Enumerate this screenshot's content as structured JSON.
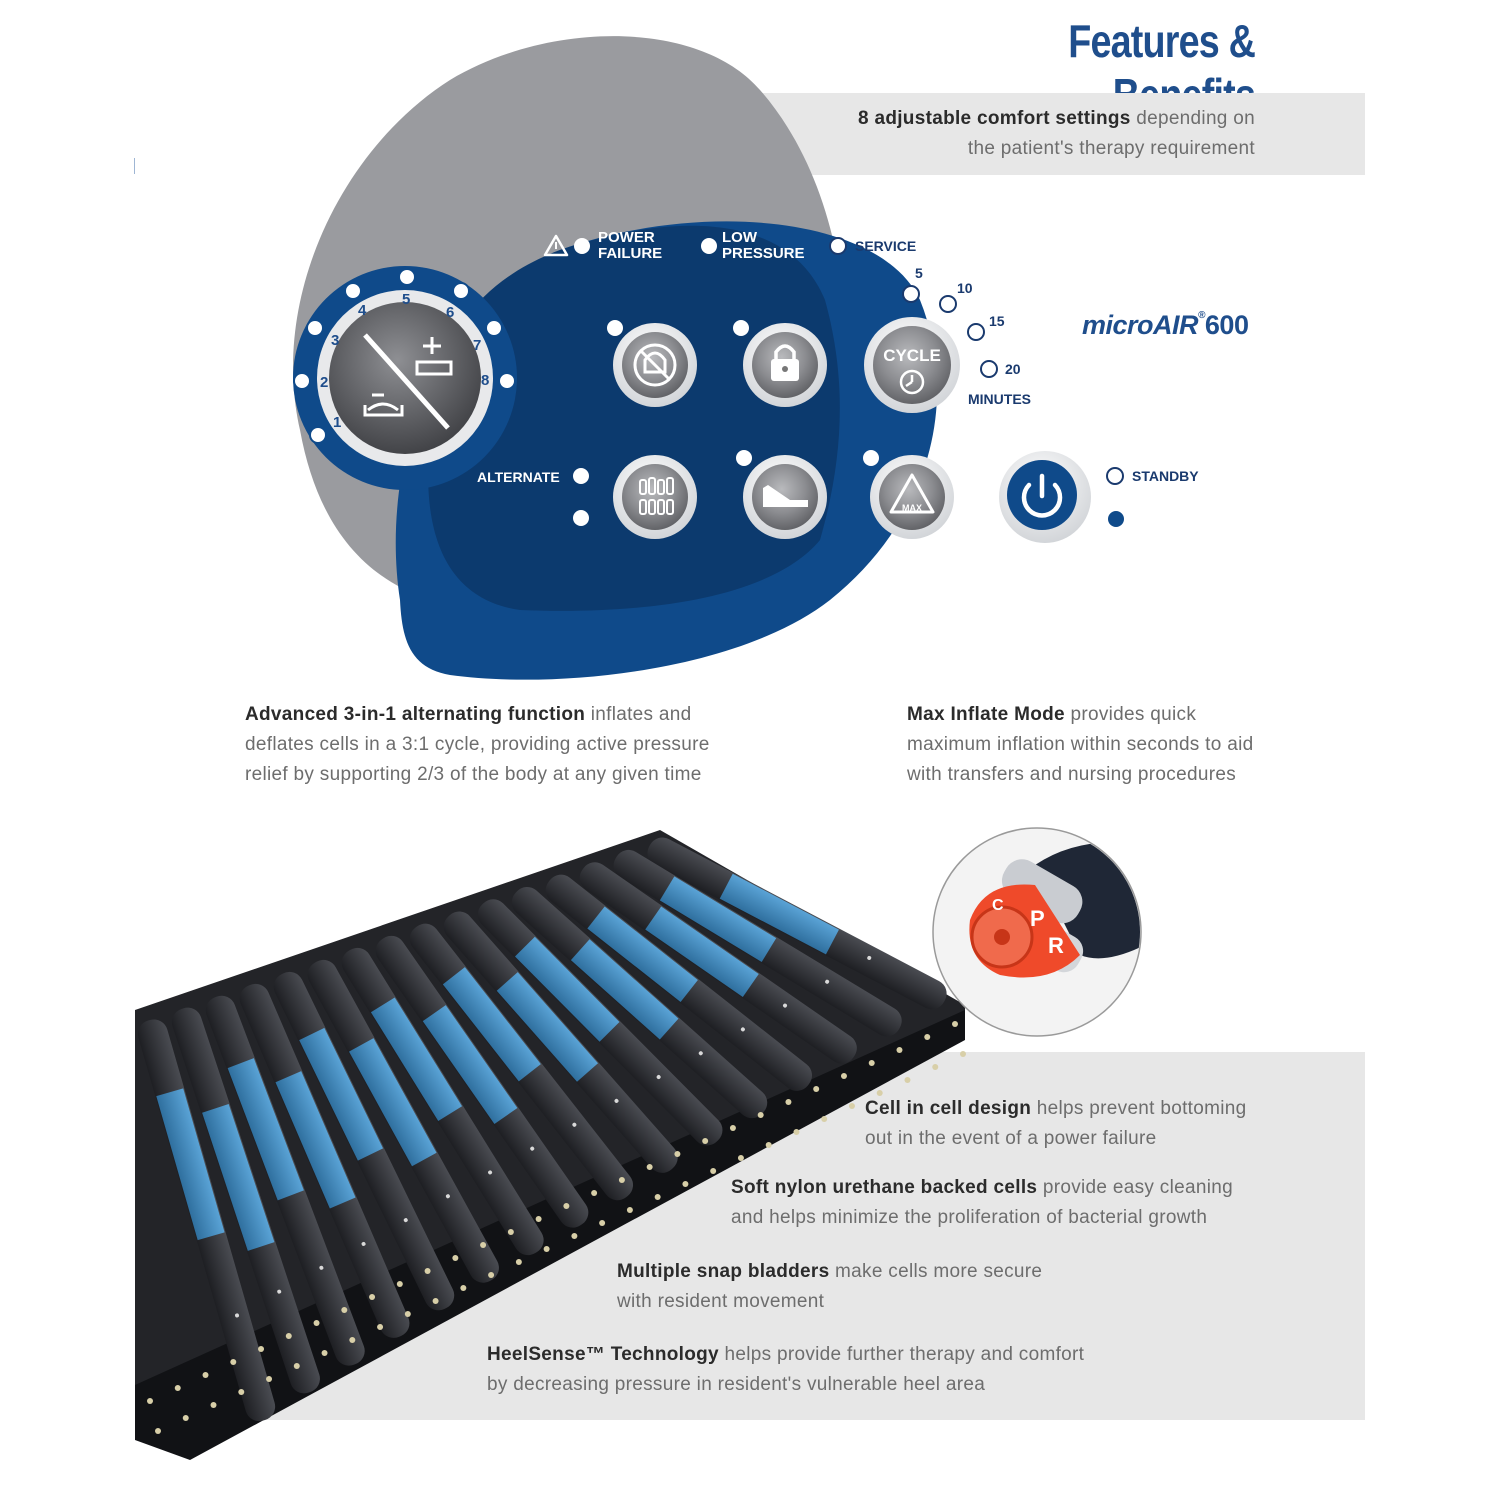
{
  "title": "Features & Benefits",
  "features": {
    "comfort": {
      "bold": "8 adjustable comfort settings",
      "line1": " depending on",
      "line2": "the patient's therapy requirement"
    },
    "alternating": {
      "bold": "Advanced 3-in-1 alternating function",
      "line1": " inflates and",
      "line2": "deflates cells in a 3:1 cycle, providing active pressure",
      "line3": "relief by supporting 2/3 of the body at any given time"
    },
    "max_inflate": {
      "bold": "Max Inflate Mode",
      "line1": " provides quick",
      "line2": "maximum inflation within seconds to aid",
      "line3": "with transfers and nursing procedures"
    },
    "cell_in_cell": {
      "bold": "Cell in cell design",
      "line1": " helps prevent bottoming",
      "line2": "out in the event of a power failure"
    },
    "nylon": {
      "bold": "Soft nylon urethane backed cells",
      "line1": " provide easy cleaning",
      "line2": "and helps minimize the proliferation of bacterial growth"
    },
    "snap": {
      "bold": "Multiple snap bladders",
      "line1": " make cells more secure",
      "line2": "with resident movement"
    },
    "heelsense": {
      "bold": "HeelSense™ Technology",
      "line1": " helps provide further therapy and comfort",
      "line2": "by decreasing pressure in resident's vulnerable heel area"
    }
  },
  "panel": {
    "power_failure": [
      "POWER",
      "FAILURE"
    ],
    "low_pressure": [
      "LOW",
      "PRESSURE"
    ],
    "service": "SERVICE",
    "cycle": "CYCLE",
    "minutes_options": [
      "5",
      "10",
      "15",
      "20"
    ],
    "minutes": "MINUTES",
    "alternate": "ALTERNATE",
    "standby": "STANDBY",
    "max": "MAX",
    "dial_numbers": [
      "1",
      "2",
      "3",
      "4",
      "5",
      "6",
      "7",
      "8"
    ],
    "brand": {
      "name": "microAIR",
      "mark": "®",
      "model": "600"
    }
  },
  "cpr_letters": [
    "C",
    "P",
    "R"
  ],
  "colors": {
    "title": "#1f4e8c",
    "panel_blue": "#0f4a8a",
    "panel_dark": "#0d3768",
    "band": "#e7e7e7",
    "mattress_blue": "#3f8bc4",
    "mattress_dark": "#2a2c31",
    "cpr_red": "#ef4a2a"
  },
  "icons": [
    "alert-triangle-icon",
    "silence-alarm-icon",
    "lock-icon",
    "timer-icon",
    "alternate-cells-icon",
    "head-of-bed-icon",
    "max-inflate-icon",
    "power-icon"
  ]
}
